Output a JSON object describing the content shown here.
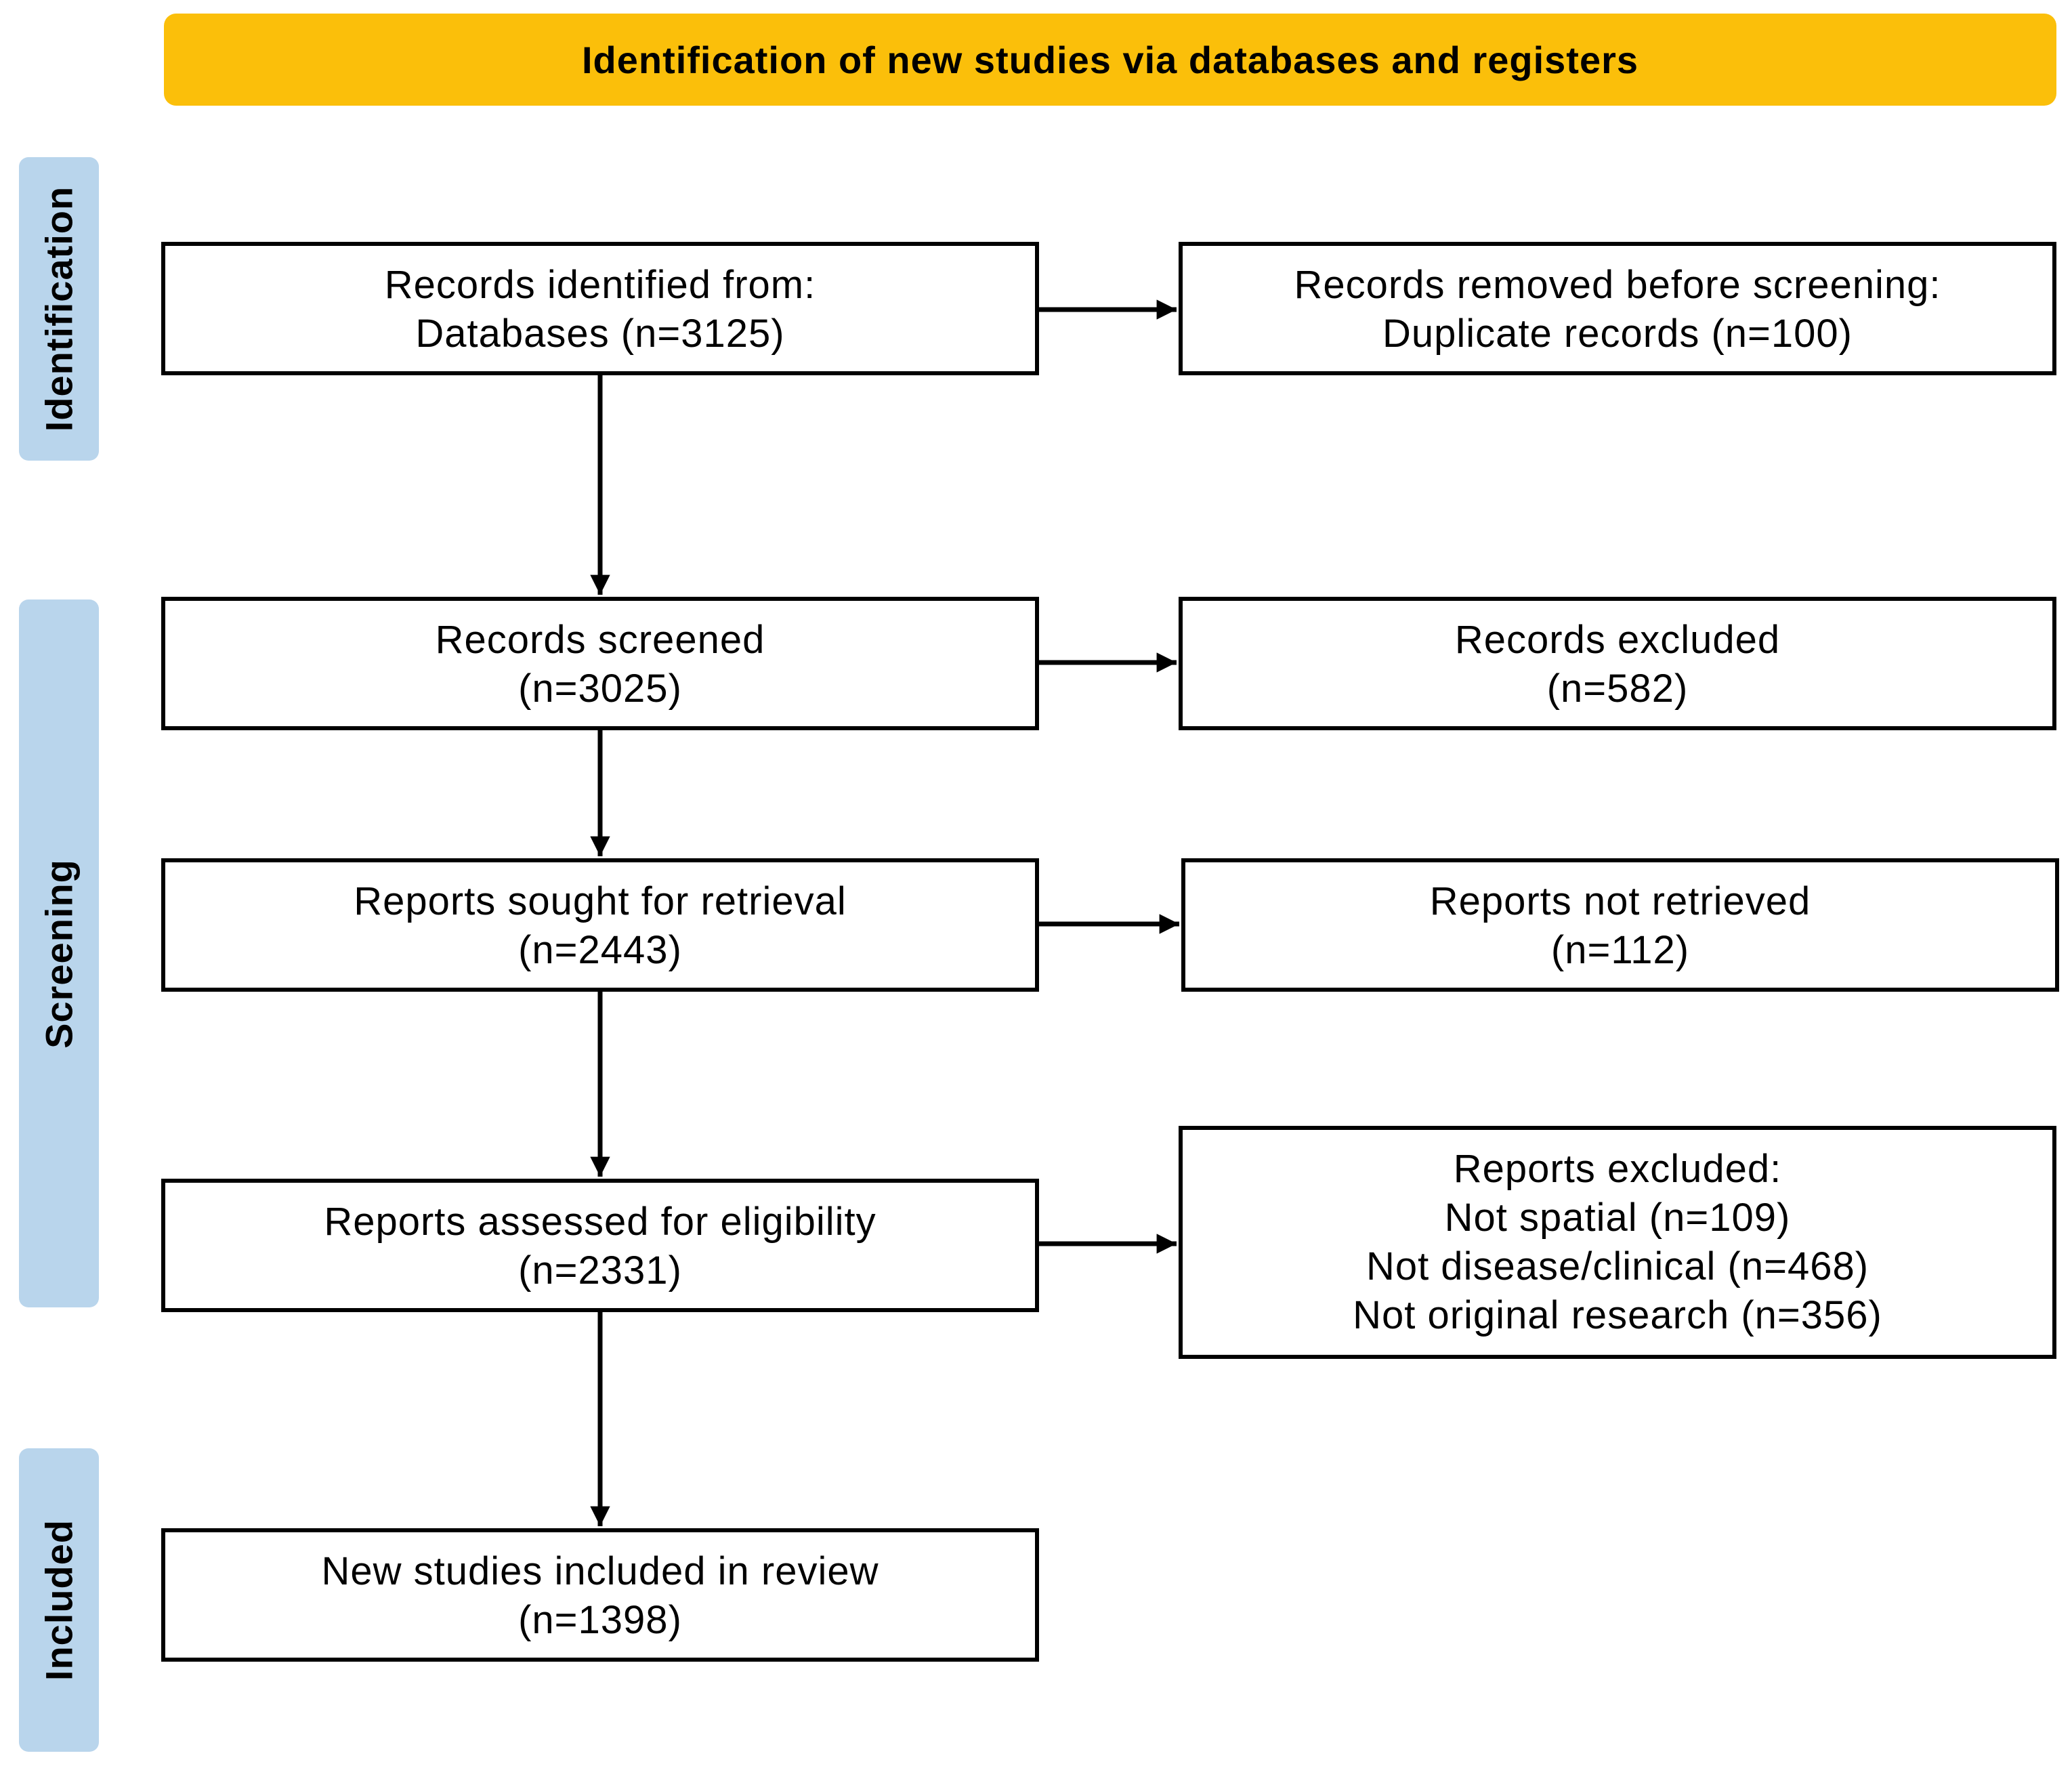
{
  "header": {
    "title": "Identification of new studies via databases and registers"
  },
  "phases": {
    "identification": "Identification",
    "screening": "Screening",
    "included": "Included"
  },
  "boxes": {
    "records_identified": {
      "line1": "Records identified from:",
      "line2": "Databases (n=3125)"
    },
    "records_removed": {
      "line1": "Records removed before screening:",
      "line2": "Duplicate records (n=100)"
    },
    "records_screened": {
      "line1": "Records screened",
      "line2": "(n=3025)"
    },
    "records_excluded": {
      "line1": "Records excluded",
      "line2": "(n=582)"
    },
    "reports_sought": {
      "line1": "Reports sought for retrieval",
      "line2": "(n=2443)"
    },
    "reports_not_retrieved": {
      "line1": "Reports not retrieved",
      "line2": "(n=112)"
    },
    "reports_assessed": {
      "line1": "Reports assessed for eligibility",
      "line2": "(n=2331)"
    },
    "reports_excluded": {
      "line1": "Reports excluded:",
      "line2": "Not spatial (n=109)",
      "line3": "Not disease/clinical (n=468)",
      "line4": "Not original research (n=356)"
    },
    "studies_included": {
      "line1": "New studies included in review",
      "line2": "(n=1398)"
    }
  }
}
